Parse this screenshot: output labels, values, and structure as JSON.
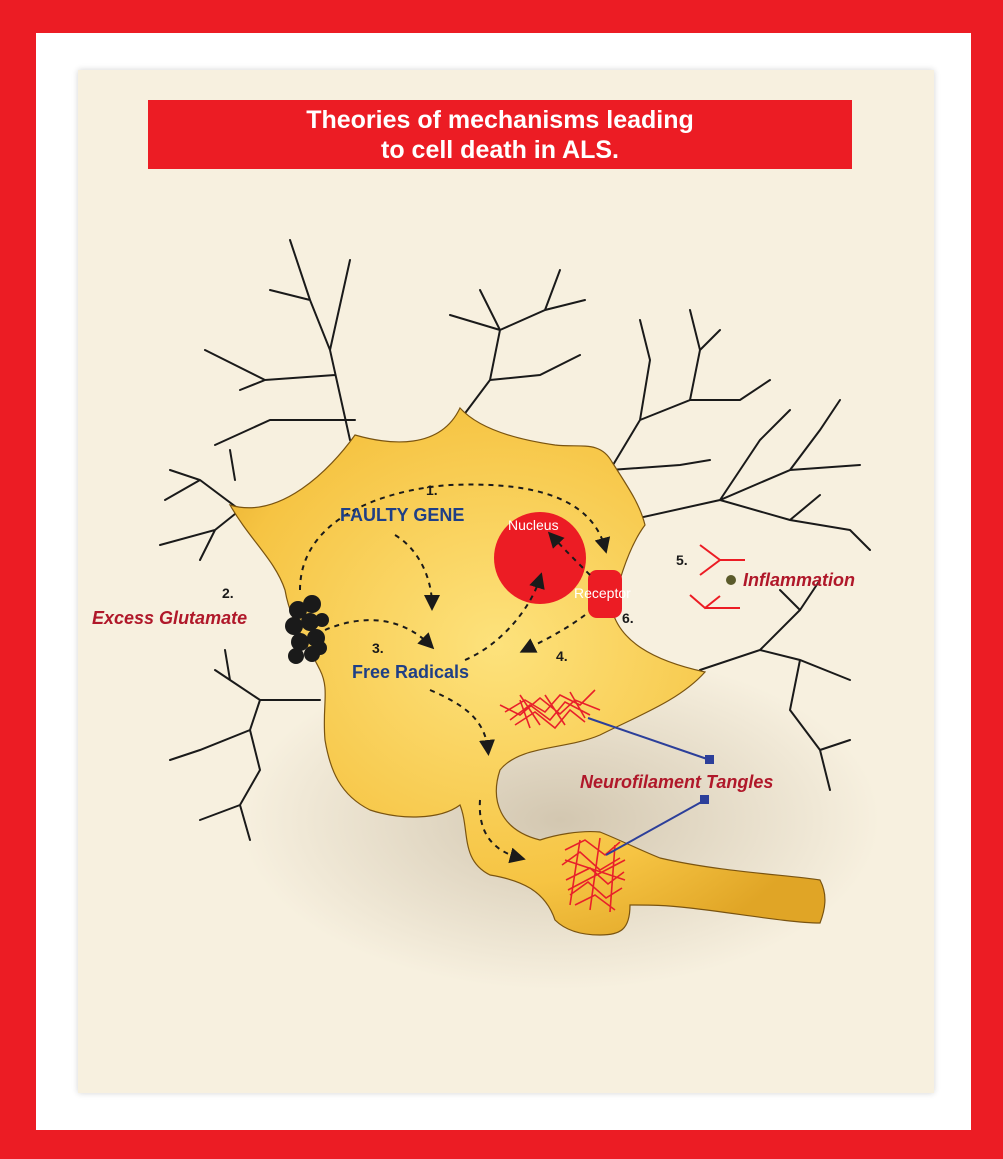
{
  "title": {
    "line1": "Theories of mechanisms leading",
    "line2": "to cell death in ALS."
  },
  "labels": {
    "faulty_gene": {
      "number": "1.",
      "text": "FAULTY GENE"
    },
    "excess_glutamate": {
      "number": "2.",
      "text": "Excess Glutamate"
    },
    "free_radicals": {
      "number": "3.",
      "text": "Free Radicals"
    },
    "neurofilament": {
      "number": "4.",
      "text": "Neurofilament Tangles"
    },
    "inflammation": {
      "number": "5.",
      "text": "Inflammation"
    },
    "receptor": {
      "number": "6.",
      "text": "Receptor"
    },
    "nucleus": {
      "text": "Nucleus"
    }
  },
  "colors": {
    "frame_red": "#ec1c24",
    "cell_yellow": "#f6c443",
    "label_red": "#b0182a",
    "label_blue": "#1f3f86",
    "pointer_blue": "#2c3f9a",
    "tangle_red": "#e8202a"
  }
}
